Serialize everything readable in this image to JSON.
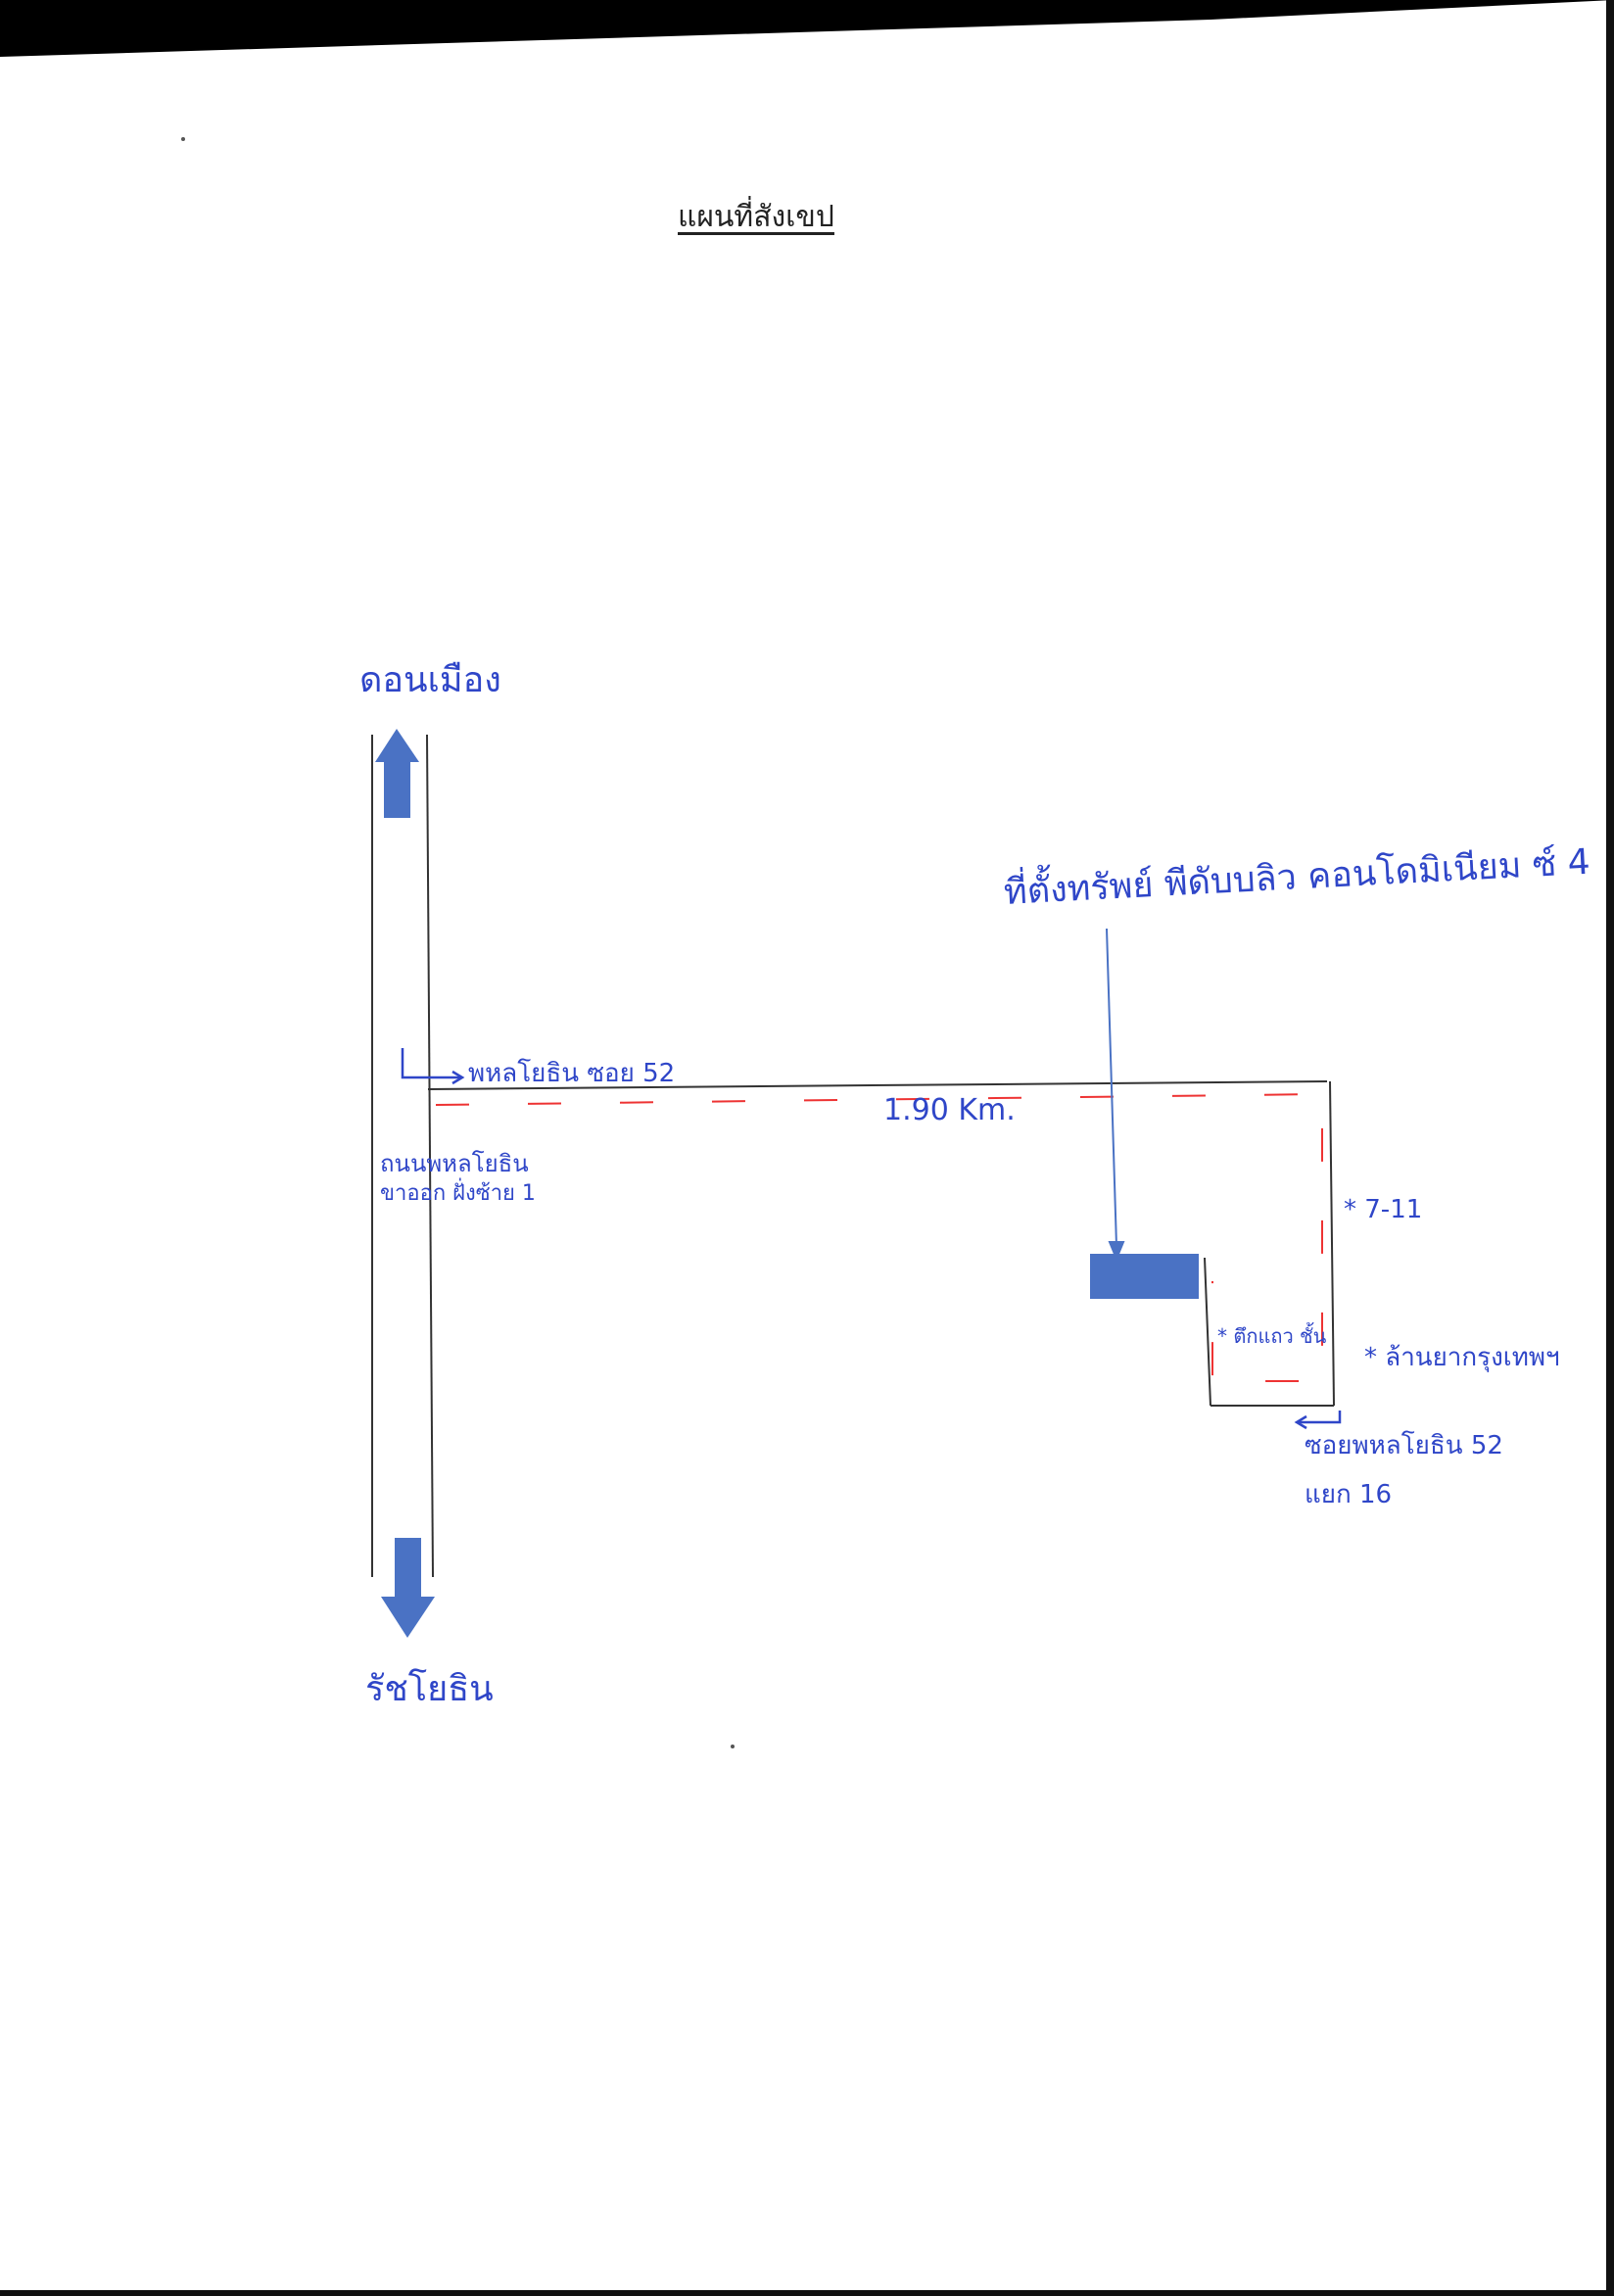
{
  "title": "แผนที่สังเขป",
  "labels": {
    "north_destination": "ดอนเมือง",
    "south_destination": "รัชโยธิน",
    "soi_entrance": "พหลโยธิน ซอย 52",
    "main_road": "ถนนพหลโยธิน",
    "main_road_lane": "ขาออก ฝั่งซ้าย 1",
    "distance": "1.90 Km.",
    "property_location": "ที่ตั้งทรัพย์ พีดับบลิว คอนโดมิเนียม ซ์ 4",
    "seven_eleven": "* 7-11",
    "shop_marker": "* ตึกแถว ชั้น",
    "market": "* ล้านยากรุงเทพฯ",
    "sub_soi": "ซอยพหลโยธิน 52",
    "sub_soi_number": "แยก 16"
  },
  "colors": {
    "road_line": "#333333",
    "arrow": "#4a72c4",
    "handwriting": "#2f46c8",
    "property_block": "#4a72c4",
    "dash": "#ee3333"
  }
}
